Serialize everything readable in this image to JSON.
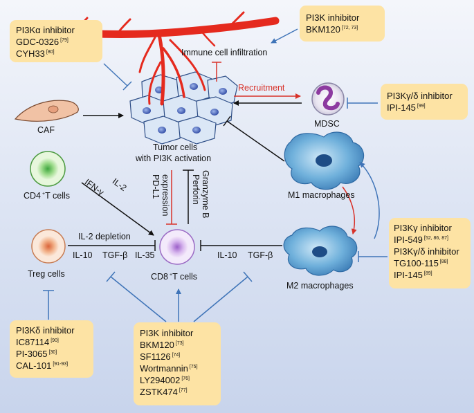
{
  "boxes": {
    "pi3ka": {
      "title": "PI3Kα inhibitor",
      "drugs": [
        {
          "name": "GDC-0326",
          "ref": "[79]"
        },
        {
          "name": "CYH33",
          "ref": "[80]"
        }
      ]
    },
    "bkm_top": {
      "title": "PI3K inhibitor",
      "drugs": [
        {
          "name": "BKM120",
          "ref": "[72, 73]"
        }
      ]
    },
    "pi3kgd_top": {
      "title": "PI3Kγ/δ inhibitor",
      "drugs": [
        {
          "name": "IPI-145",
          "ref": "[99]"
        }
      ]
    },
    "pi3kg_right": {
      "title": "PI3Kγ inhibitor",
      "drug1": {
        "name": "IPI-549",
        "ref": "[52, 86, 87]"
      },
      "title2": "PI3Kγ/δ inhibitor",
      "drugs2": [
        {
          "name": "TG100-115",
          "ref": "[88]"
        },
        {
          "name": "IPI-145",
          "ref": "[89]"
        }
      ]
    },
    "pi3kd": {
      "title": "PI3Kδ inhibitor",
      "drugs": [
        {
          "name": "IC87114",
          "ref": "[90]"
        },
        {
          "name": "PI-3065",
          "ref": "[30]"
        },
        {
          "name": "CAL-101",
          "ref": "[91-93]"
        }
      ]
    },
    "pi3k_bottom": {
      "title": "PI3K inhibitor",
      "drugs": [
        {
          "name": "BKM120",
          "ref": "[73]"
        },
        {
          "name": "SF1126",
          "ref": "[74]"
        },
        {
          "name": "Wortmannin",
          "ref": "[75]"
        },
        {
          "name": "LY294002",
          "ref": "[76]"
        },
        {
          "name": "ZSTK474",
          "ref": "[77]"
        }
      ]
    }
  },
  "labels": {
    "immune_infiltration": "Immune cell infiltration",
    "recruitment": "Recruitment",
    "mdsc": "MDSC",
    "caf": "CAF",
    "tumor_line1": "Tumor cells",
    "tumor_line2": "with PI3K activation",
    "cd4_main": "CD4",
    "cd4_sup": "+",
    "cd4_rest": "T cells",
    "ifn": "IFN-γ",
    "il2": "IL-2",
    "pdl1_1": "PD-L1",
    "pdl1_2": "expression",
    "granzyme": "Granzyme B",
    "perforin": "Perforin",
    "m1": "M1 macrophages",
    "m2": "M2 macrophages",
    "il2_depletion": "IL-2 depletion",
    "il10_left": "IL-10",
    "tgfb_left": "TGF-β",
    "il35": "IL-35",
    "il10_right": "IL-10",
    "tgfb_right": "TGF-β",
    "treg": "Treg cells",
    "cd8_main": "CD8",
    "cd8_sup": "+",
    "cd8_rest": "T cells"
  },
  "colors": {
    "box": "#fde3a4",
    "blue_arrow": "#3f74b8",
    "red_arrow": "#d8322a",
    "vessel": "#e52a1e"
  }
}
